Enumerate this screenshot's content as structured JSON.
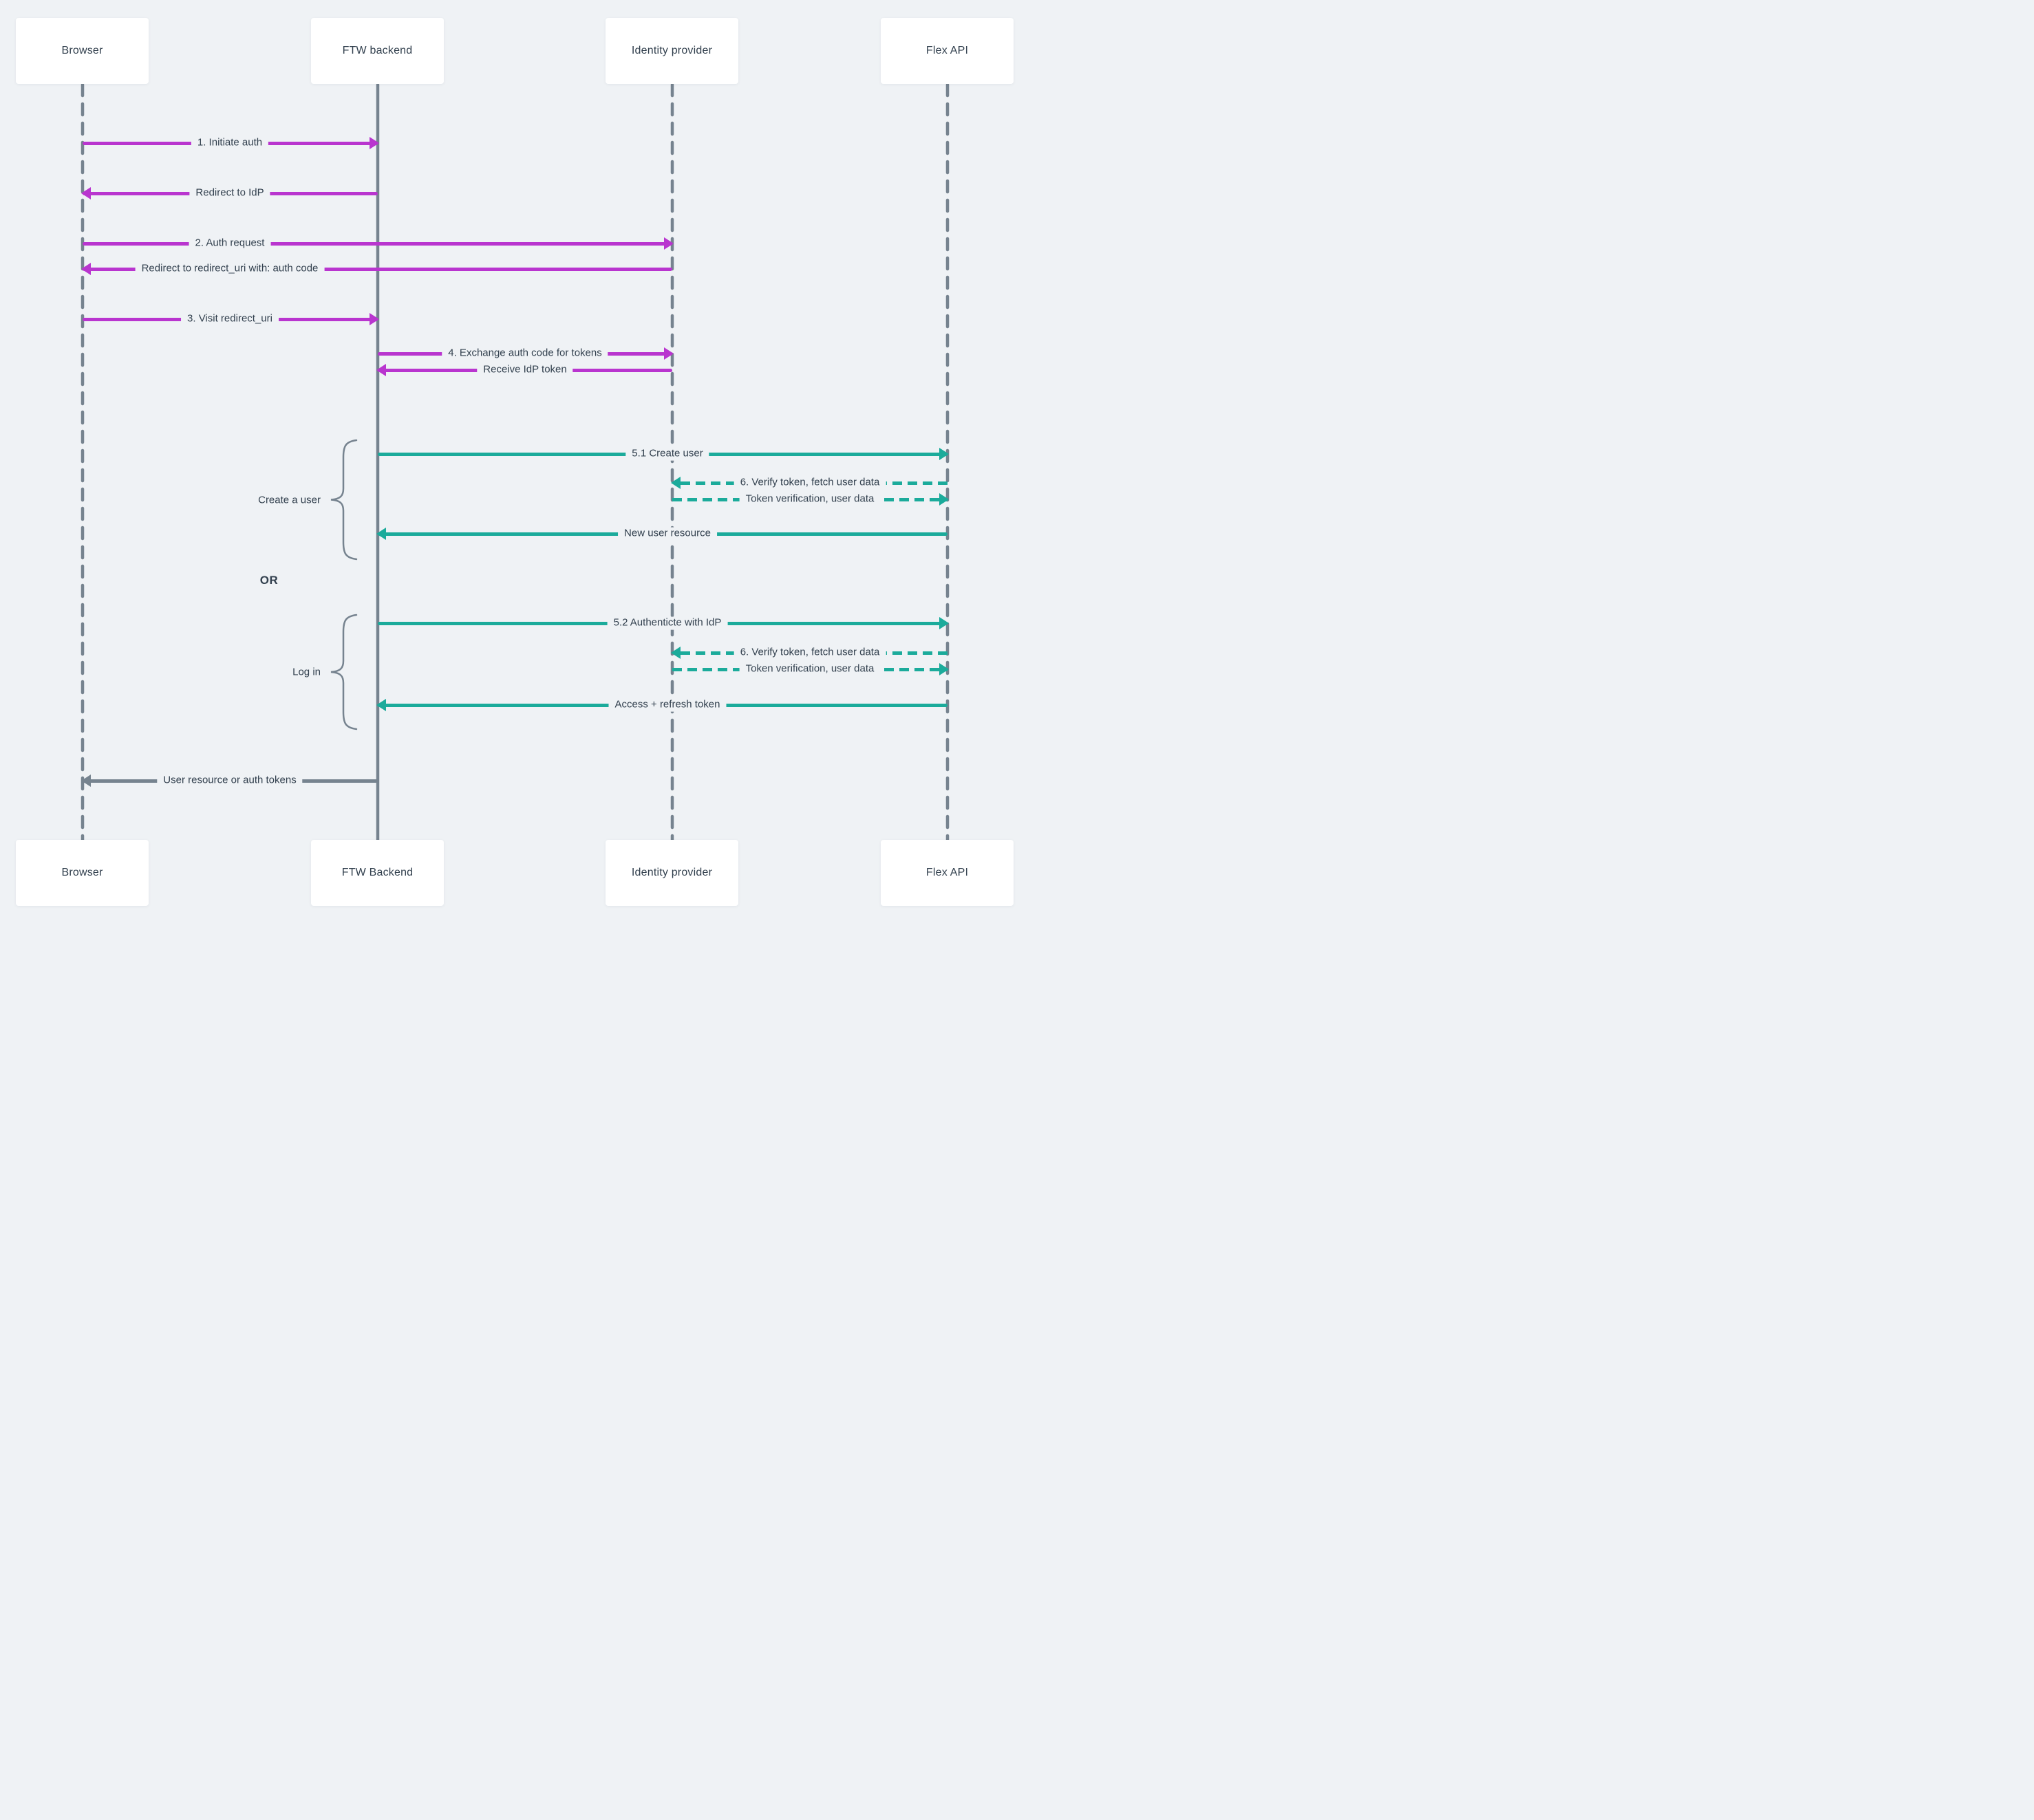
{
  "diagram": {
    "title": "OpenID Connect login flow sequence",
    "participants": [
      {
        "id": "browser",
        "top_label": "Browser",
        "bottom_label": "Browser"
      },
      {
        "id": "ftw-backend",
        "top_label": "FTW backend",
        "bottom_label": "FTW Backend"
      },
      {
        "id": "identity-provider",
        "top_label": "Identity provider",
        "bottom_label": "Identity provider"
      },
      {
        "id": "flex-api",
        "top_label": "Flex API",
        "bottom_label": "Flex API"
      }
    ],
    "messages": [
      {
        "label": "1. Initiate auth",
        "from": "browser",
        "to": "ftw-backend",
        "style": "solid",
        "color": "magenta"
      },
      {
        "label": "Redirect to IdP",
        "from": "ftw-backend",
        "to": "browser",
        "style": "solid",
        "color": "magenta"
      },
      {
        "label": "2. Auth request",
        "from": "browser",
        "to": "identity-provider",
        "style": "solid",
        "color": "magenta"
      },
      {
        "label": "Redirect to redirect_uri with: auth code",
        "from": "identity-provider",
        "to": "browser",
        "style": "solid",
        "color": "magenta"
      },
      {
        "label": "3. Visit redirect_uri",
        "from": "browser",
        "to": "ftw-backend",
        "style": "solid",
        "color": "magenta"
      },
      {
        "label": "4. Exchange auth code for tokens",
        "from": "ftw-backend",
        "to": "identity-provider",
        "style": "solid",
        "color": "magenta"
      },
      {
        "label": "Receive IdP token",
        "from": "identity-provider",
        "to": "ftw-backend",
        "style": "solid",
        "color": "magenta"
      },
      {
        "label": "5.1 Create user",
        "from": "ftw-backend",
        "to": "flex-api",
        "style": "solid",
        "color": "teal"
      },
      {
        "label": "6. Verify token, fetch user data",
        "from": "flex-api",
        "to": "identity-provider",
        "style": "dashed",
        "color": "teal"
      },
      {
        "label": "Token verification, user data",
        "from": "identity-provider",
        "to": "flex-api",
        "style": "dashed",
        "color": "teal"
      },
      {
        "label": "New user resource",
        "from": "flex-api",
        "to": "ftw-backend",
        "style": "solid",
        "color": "teal"
      },
      {
        "label": "5.2 Authenticte with IdP",
        "from": "ftw-backend",
        "to": "flex-api",
        "style": "solid",
        "color": "teal"
      },
      {
        "label": "6. Verify token, fetch user data",
        "from": "flex-api",
        "to": "identity-provider",
        "style": "dashed",
        "color": "teal"
      },
      {
        "label": "Token verification, user data",
        "from": "identity-provider",
        "to": "flex-api",
        "style": "dashed",
        "color": "teal"
      },
      {
        "label": "Access + refresh token",
        "from": "flex-api",
        "to": "ftw-backend",
        "style": "solid",
        "color": "teal"
      },
      {
        "label": "User resource or auth tokens",
        "from": "ftw-backend",
        "to": "browser",
        "style": "solid",
        "color": "slate"
      }
    ],
    "groups": [
      {
        "label": "Create a user"
      },
      {
        "label": "Log in"
      }
    ],
    "or_label": "OR",
    "colors": {
      "background": "#EFF2F5",
      "text": "#32404E",
      "magenta": "#B935CF",
      "teal": "#1BAB9B",
      "slate": "#76838F",
      "box": "#FFFFFF"
    }
  }
}
